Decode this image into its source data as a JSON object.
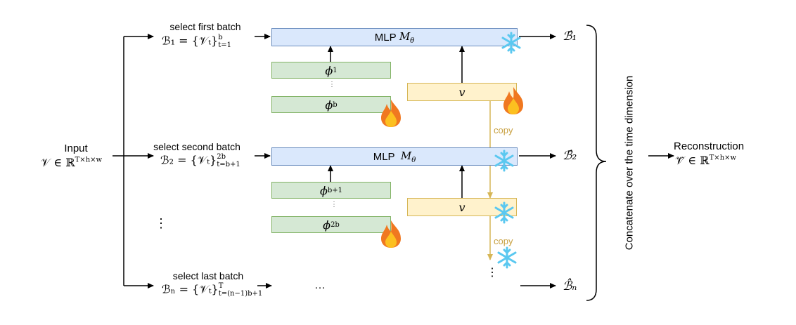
{
  "input": {
    "label": "Input",
    "math": "𝒱 ∈ ℝ",
    "sup": "T×h×w"
  },
  "batches": [
    {
      "title": "select first batch",
      "math_main": "ℬ₁ = {𝒱ₜ}",
      "sup": "b",
      "sub": "t=1",
      "output": "ℬ̂₁"
    },
    {
      "title": "select second batch",
      "math_main": "ℬ₂ = {𝒱ₜ}",
      "sup": "2b",
      "sub": "t=b+1",
      "output": "ℬ̂₂"
    },
    {
      "title": "select last batch",
      "math_main": "ℬₙ = {𝒱ₜ}",
      "sup": "T",
      "sub": "t=(n−1)b+1",
      "output": "ℬ̂ₙ"
    }
  ],
  "mlp": {
    "label": "MLP",
    "math": "M",
    "sub": "θ"
  },
  "phi": [
    {
      "sym": "ϕ",
      "sub": "1"
    },
    {
      "sym": "ϕ",
      "sub": "b"
    },
    {
      "sym": "ϕ",
      "sub": "b+1"
    },
    {
      "sym": "ϕ",
      "sub": "2b"
    }
  ],
  "v_label": "v",
  "copy_label": "copy",
  "dots": {
    "vertical": "⋮",
    "horizontal": "…"
  },
  "concat_label": "Concatenate over the time dimension",
  "output": {
    "label": "Reconstruction",
    "math": "𝒱̂ ∈ ℝ",
    "sup": "T×h×w"
  },
  "colors": {
    "mlp_fill": "#dae8fc",
    "mlp_stroke": "#6c8ebf",
    "phi_fill": "#d5e8d4",
    "phi_stroke": "#82b366",
    "v_fill": "#fff2cc",
    "v_stroke": "#d6b656",
    "copy_arrow": "#d6b656",
    "snowflake": "#5bc8f0",
    "flame": "#f07820"
  },
  "icons": {
    "frozen": "snowflake-icon",
    "trainable": "flame-icon"
  }
}
